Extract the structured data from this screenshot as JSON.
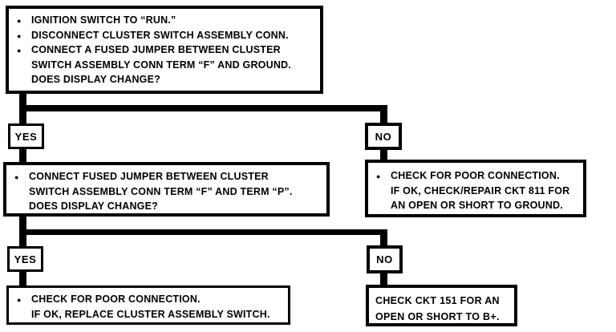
{
  "glyphs": {
    "bullet": "●"
  },
  "colors": {
    "ink": "#000000",
    "paper": "#ffffff"
  },
  "flowchart": {
    "step_1": {
      "bullet_1": "IGNITION SWITCH TO “RUN.”",
      "bullet_2": "DISCONNECT CLUSTER SWITCH ASSEMBLY CONN.",
      "bullet_3": "CONNECT A FUSED JUMPER BETWEEN CLUSTER\nSWITCH ASSEMBLY CONN TERM “F” AND GROUND.\nDOES DISPLAY CHANGE?"
    },
    "branch_1": {
      "yes_label": "YES",
      "no_label": "NO"
    },
    "step_2_yes": {
      "bullet_1": "CONNECT FUSED JUMPER BETWEEN CLUSTER\nSWITCH ASSEMBLY CONN TERM “F” AND TERM “P”.\nDOES DISPLAY CHANGE?"
    },
    "step_2_no": {
      "bullet_1": "CHECK FOR POOR CONNECTION.\nIF OK, CHECK/REPAIR CKT 811 FOR\nAN OPEN OR SHORT TO GROUND."
    },
    "branch_2": {
      "yes_label": "YES",
      "no_label": "NO"
    },
    "step_3_yes": {
      "bullet_1": "CHECK FOR POOR CONNECTION.\nIF OK, REPLACE CLUSTER ASSEMBLY SWITCH."
    },
    "step_3_no": {
      "text": "CHECK CKT 151 FOR AN\nOPEN OR SHORT TO B+."
    }
  }
}
